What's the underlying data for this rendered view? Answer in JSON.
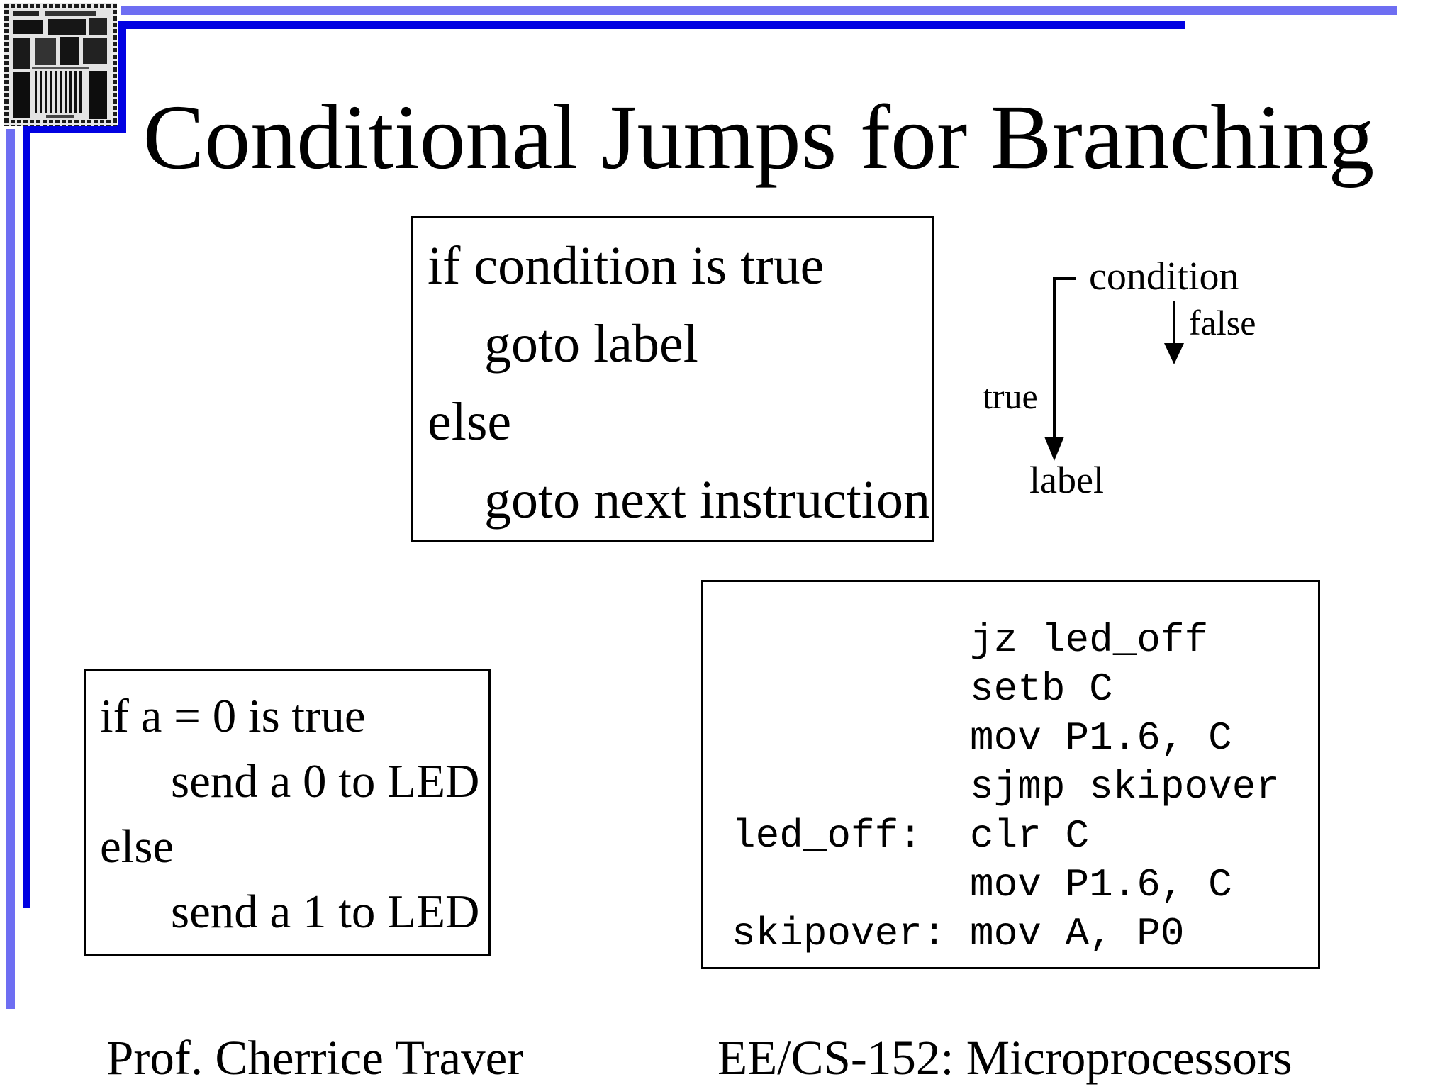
{
  "slide": {
    "title": "Conditional Jumps for Branching",
    "footer_left": "Prof. Cherrice Traver",
    "footer_right": "EE/CS-152: Microprocessors"
  },
  "colors": {
    "accent_light": "#6e6ef2",
    "accent_dark": "#0202e2",
    "text": "#000000"
  },
  "chip_icon": "microchip-die-photo",
  "pseudocode_box": {
    "line1": "if condition is true",
    "line2": "goto label",
    "line3": "else",
    "line4": "goto next instruction"
  },
  "flow": {
    "condition": "condition",
    "false": "false",
    "true": "true",
    "label": "label"
  },
  "led_box": {
    "line1": "if a = 0 is true",
    "line2": "send a 0 to LED",
    "line3": "else",
    "line4": "send a 1 to LED"
  },
  "asm_box": {
    "code": "          jz led_off\n          setb C\n          mov P1.6, C\n          sjmp skipover\nled_off:  clr C\n          mov P1.6, C\nskipover: mov A, P0"
  }
}
